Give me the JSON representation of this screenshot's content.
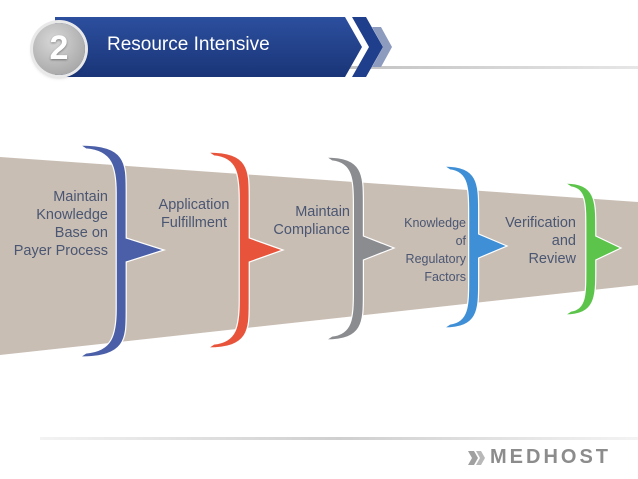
{
  "header": {
    "step_number": "2",
    "title": "Resource Intensive"
  },
  "stages": [
    {
      "lines": [
        "Maintain",
        "Knowledge",
        "Base on",
        "Payer Process"
      ],
      "color": "#4a5fa8"
    },
    {
      "lines": [
        "Application",
        "Fulfillment"
      ],
      "color": "#e8543b"
    },
    {
      "lines": [
        "Maintain",
        "Compliance"
      ],
      "color": "#8a8c90"
    },
    {
      "lines": [
        "Knowledge",
        "of",
        "Regulatory",
        "Factors"
      ],
      "color": "#3f8fd6"
    },
    {
      "lines": [
        "Verification",
        "and",
        "Review"
      ],
      "color": "#5cc44a"
    }
  ],
  "colors": {
    "banner": "#1f3f8c",
    "chevrons": "#1f3f8c",
    "band": "#c9beb4",
    "text": "#4a5672"
  },
  "logo": {
    "text": "MEDHOST"
  }
}
